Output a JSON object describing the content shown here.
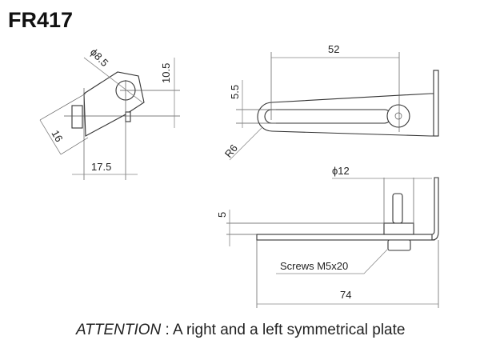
{
  "title": "FR417",
  "dimensions": {
    "hole_diameter": "ϕ8.5",
    "height_10_5": "10.5",
    "width_16": "16",
    "width_17_5": "17.5",
    "length_52": "52",
    "slot_5_5": "5.5",
    "radius": "R6",
    "diameter_12": "ϕ12",
    "thickness_5": "5",
    "length_74": "74"
  },
  "callouts": {
    "screws": "Screws M5x20"
  },
  "attention": {
    "label": "ATTENTION",
    "text": " : A right and a left symmetrical plate"
  }
}
